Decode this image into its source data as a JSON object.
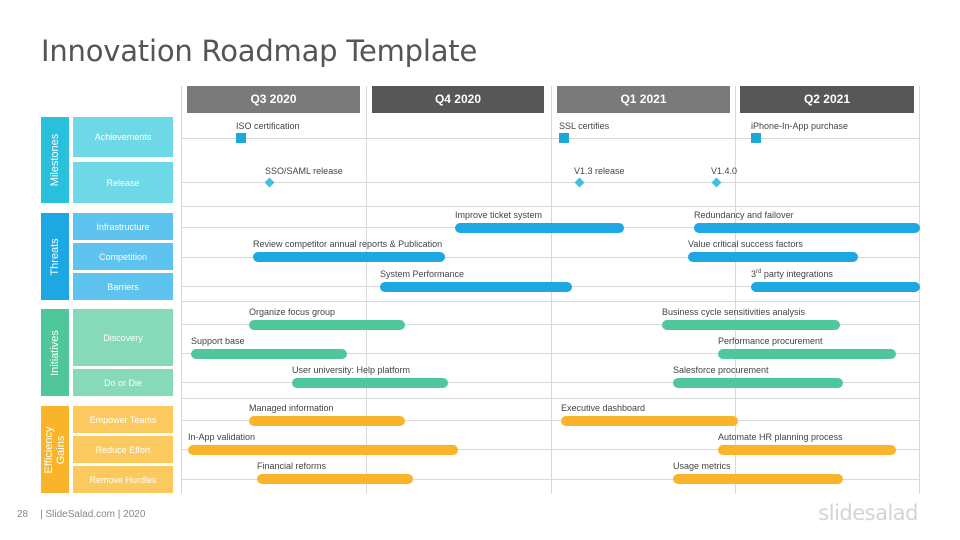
{
  "title": "Innovation Roadmap Template",
  "quarters": [
    "Q3 2020",
    "Q4 2020",
    "Q1 2021",
    "Q2 2021"
  ],
  "groups": [
    {
      "label": "Milestones",
      "categories": [
        "Achievements",
        "Release"
      ]
    },
    {
      "label": "Threats",
      "categories": [
        "Infrastructure",
        "Competition",
        "Barriers"
      ]
    },
    {
      "label": "Initiatives",
      "categories": [
        "Discovery",
        "Do or Die"
      ]
    },
    {
      "label": "Efficiency Gains",
      "categories": [
        "Empower Teams",
        "Reduce Effort",
        "Remove Hurdles"
      ]
    }
  ],
  "milestones": {
    "achievements": [
      "ISO certification",
      "SSL certifies",
      "iPhone-In-App  purchase"
    ],
    "releases": [
      "SSO/SAML release",
      "V1.3 release",
      "V1.4.0"
    ]
  },
  "tasks": {
    "threats": [
      "Improve ticket system",
      "Redundancy  and failover",
      "Review competitor  annual  reports & Publication",
      "Value critical  success factors",
      "System Performance",
      "3rd party integrations"
    ],
    "initiatives": [
      "Organize  focus group",
      "Business cycle sensitivities  analysis",
      "Support base",
      "Performance  procurement",
      "User university:  Help platform",
      "Salesforce procurement"
    ],
    "efficiency": [
      "Managed information",
      "Executive dashboard",
      "In-App validation",
      "Automate  HR planning  process",
      "Financial  reforms",
      "Usage metrics"
    ]
  },
  "footer": {
    "page": "28",
    "source": "| SlideSalad.com | 2020"
  },
  "brand": "slidesalad",
  "colors": {
    "quarter_header_light": "#7a7a7a",
    "quarter_header_dark": "#575757",
    "milestones": "#29c0dc",
    "milestones_light": "#6fd8e6",
    "threats": "#1ea8e3",
    "threats_light": "#5ec3ef",
    "initiatives": "#4fc79b",
    "initiatives_light": "#86d9b9",
    "efficiency": "#f9b429",
    "efficiency_light": "#fbc95e"
  }
}
